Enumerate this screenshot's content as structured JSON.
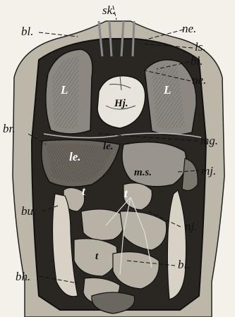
{
  "figure": {
    "labels": {
      "sk": "sk.",
      "bl_top_left": "bl.",
      "ne_top": "ne.",
      "ls": "ls.",
      "bl_top_right": "bl.",
      "ne_right": "ne.",
      "L_left": "L",
      "L_right": "L",
      "Hj": "Hj.",
      "br": "br.",
      "le_left": "le.",
      "le_center": "le.",
      "mg": "mg.",
      "ms": "m.s.",
      "mj": "mj.",
      "t_left": "t",
      "t_right": "t",
      "t_bottom": "t",
      "bu": "bu.",
      "nj": "nj.",
      "bl_bottom": "bl.",
      "bh": "bh."
    }
  }
}
